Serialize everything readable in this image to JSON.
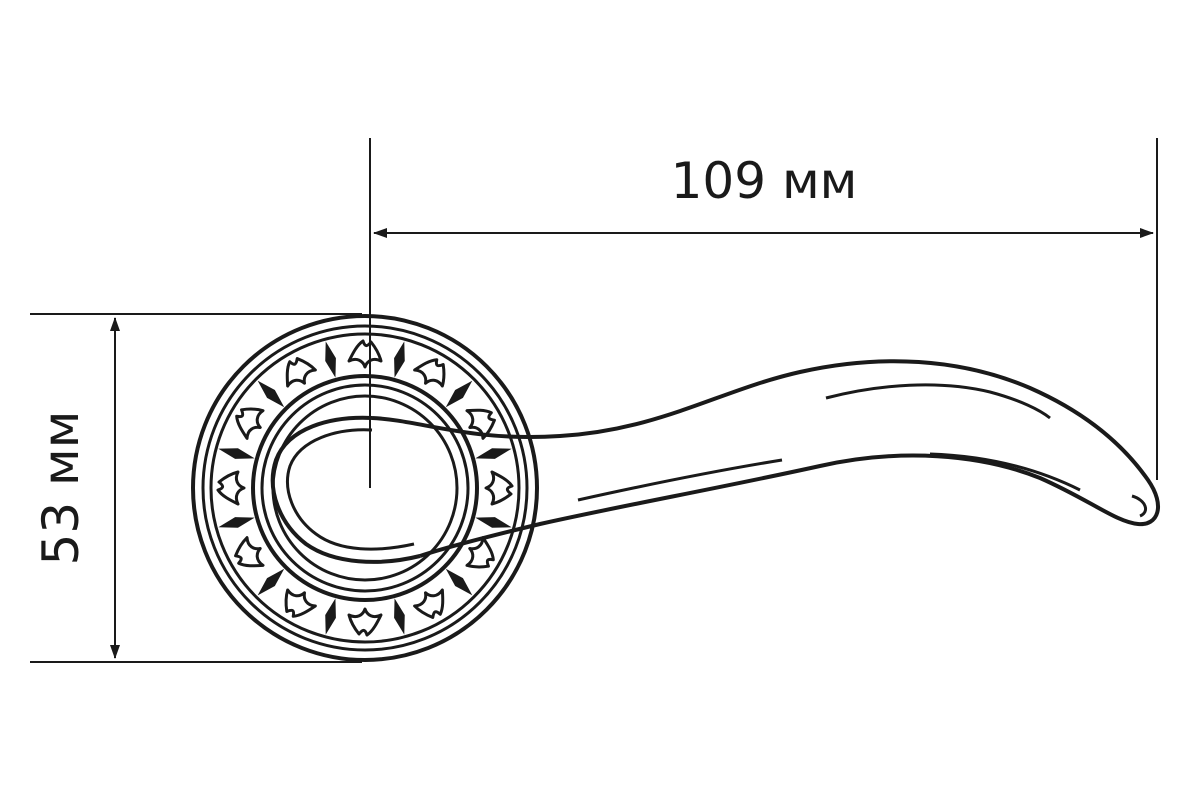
{
  "dimensions": {
    "length_label": "109 мм",
    "height_label": "53 мм"
  },
  "colors": {
    "line": "#1a1a1a",
    "background": "#ffffff"
  },
  "rosette": {
    "ornament_count": 24
  }
}
